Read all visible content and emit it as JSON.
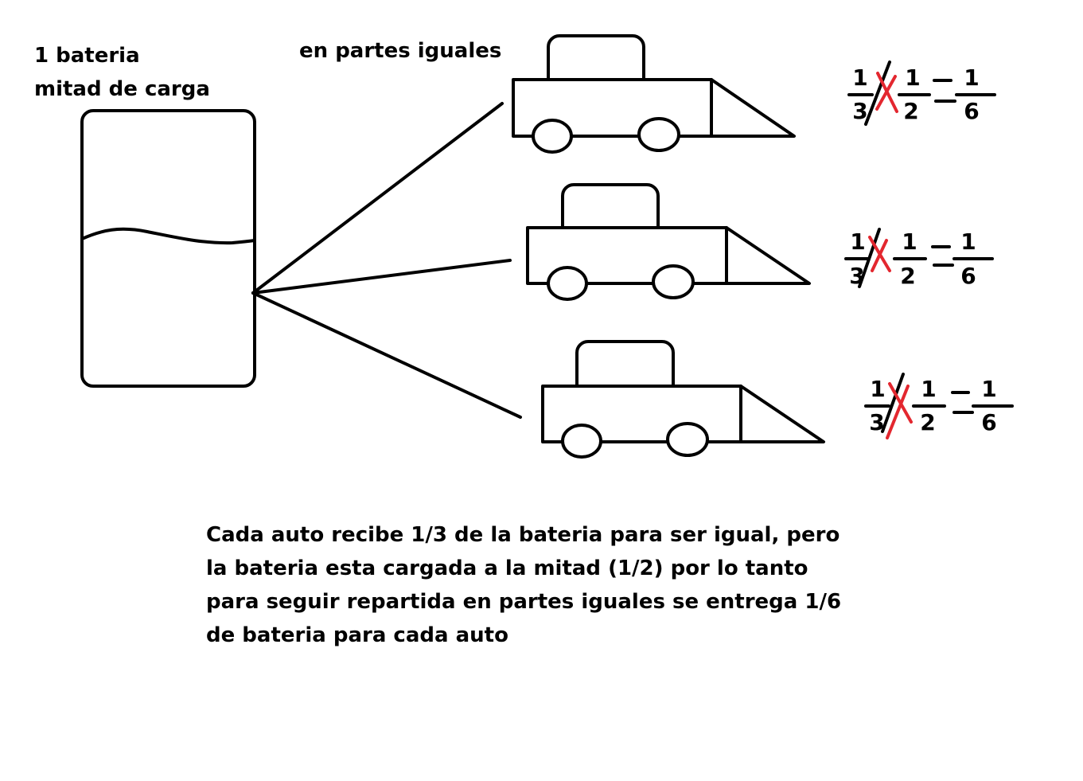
{
  "battery": {
    "lines": [
      "1 bateria",
      "mitad de carga"
    ]
  },
  "shared_label": "en partes iguales",
  "equations": [
    {
      "a_num": "1",
      "a_den": "3",
      "b_num": "1",
      "b_den": "2",
      "r_num": "1",
      "r_den": "6"
    },
    {
      "a_num": "1",
      "a_den": "3",
      "b_num": "1",
      "b_den": "2",
      "r_num": "1",
      "r_den": "6"
    },
    {
      "a_num": "1",
      "a_den": "3",
      "b_num": "1",
      "b_den": "2",
      "r_num": "1",
      "r_den": "6"
    }
  ],
  "explanation": [
    "Cada auto recibe 1/3 de la bateria para ser igual, pero",
    "la bateria esta cargada a la mitad (1/2) por lo tanto",
    "para seguir repartida en partes iguales se entrega 1/6",
    "de bateria para cada auto"
  ],
  "colors": {
    "ink": "#000000",
    "cross_mark": "#e3272f",
    "background": "#ffffff"
  }
}
